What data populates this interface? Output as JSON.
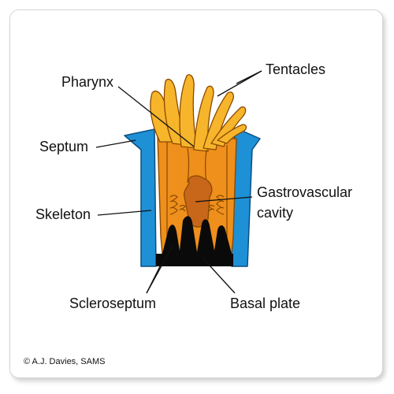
{
  "diagram": {
    "labels": {
      "tentacles": "Tentacles",
      "pharynx": "Pharynx",
      "septum": "Septum",
      "skeleton": "Skeleton",
      "gastro_line1": "Gastrovascular",
      "gastro_line2": "cavity",
      "scleroseptum": "Scleroseptum",
      "basal_plate": "Basal plate"
    },
    "credit": "© A.J. Davies, SAMS",
    "colors": {
      "tentacle_light": "#f7b52c",
      "polyp_body": "#ef8f1c",
      "pharynx": "#c8661a",
      "skeleton": "#1e90d6",
      "base": "#0a0a0a",
      "outline": "#8a4a00"
    }
  }
}
